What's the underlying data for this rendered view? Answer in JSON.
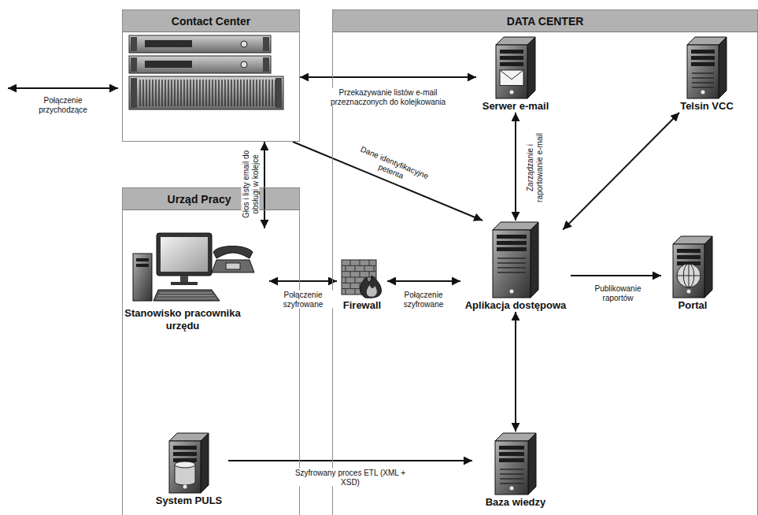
{
  "diagram": {
    "nodes": [
      {
        "text": [
          "Contact Center"
        ]
      },
      {
        "text": [
          "DATA CENTER"
        ]
      },
      {
        "text": [
          "Urząd Pracy"
        ]
      },
      {
        "text": [
          "Serwer e-mail"
        ],
        "in": 1
      },
      {
        "text": [
          "Telsin VCC"
        ],
        "in": 1
      },
      {
        "text": [
          "Aplikacja dostępowa"
        ],
        "in": 1
      },
      {
        "text": [
          "Portal"
        ],
        "in": 1
      },
      {
        "text": [
          "Firewall"
        ],
        "in": 1
      },
      {
        "text": [
          "Baza wiedzy"
        ],
        "in": 1
      },
      {
        "text": [
          "Stanowisko pracownika urzędu"
        ],
        "in": 2
      },
      {
        "text": [
          "System PULS"
        ],
        "in": 2
      }
    ],
    "edges": [
      {
        "from": 0,
        "to": 3,
        "label": "Przekazywanie listów e-mail przeznaczonych do kolejkowania",
        "arrow": "both"
      },
      {
        "from": 0,
        "to": 5,
        "label": "Dane identyfikacyjne petenta",
        "arrow": "to"
      },
      {
        "from": 0,
        "to": 9,
        "label": "Głos i listy email do obsługi w kolejce",
        "arrow": "both"
      },
      {
        "from": 9,
        "to": 7,
        "label": "Połączenie szyfrowane",
        "arrow": "both"
      },
      {
        "from": 7,
        "to": 5,
        "label": "Połączenie szyfrowane",
        "arrow": "both"
      },
      {
        "from": 3,
        "to": 5,
        "label": "Zarządzanie i raportowanie e-mail",
        "arrow": "both"
      },
      {
        "from": 4,
        "to": 5,
        "arrow": "both"
      },
      {
        "from": 5,
        "to": 6,
        "label": "Publikowanie raportów",
        "arrow": "to"
      },
      {
        "from": 5,
        "to": 8,
        "arrow": "both"
      },
      {
        "from": 10,
        "to": 8,
        "label": "Szyfrowany proces ETL (XML + XSD)",
        "arrow": "to"
      }
    ],
    "labels": [
      "Połączenie przychodzące"
    ]
  }
}
